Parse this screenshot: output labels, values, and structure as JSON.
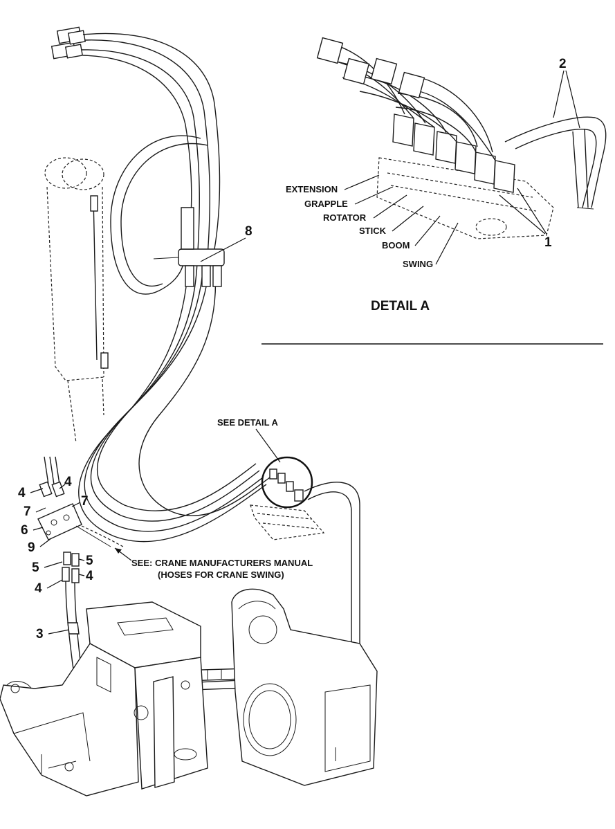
{
  "detail": {
    "title": "DETAIL A",
    "ports": [
      "EXTENSION",
      "GRAPPLE",
      "ROTATOR",
      "STICK",
      "BOOM",
      "SWING"
    ],
    "callout_1": "1",
    "callout_2": "2"
  },
  "main": {
    "see_detail": "SEE DETAIL A",
    "see_crane_line1": "SEE: CRANE MANUFACTURERS MANUAL",
    "see_crane_line2": "(HOSES FOR CRANE SWING)",
    "callouts": {
      "c8": "8",
      "c4a": "4",
      "c4b": "4",
      "c7a": "7",
      "c7b": "7",
      "c6": "6",
      "c9": "9",
      "c5a": "5",
      "c5b": "5",
      "c4c": "4",
      "c4d": "4",
      "c3": "3"
    }
  }
}
